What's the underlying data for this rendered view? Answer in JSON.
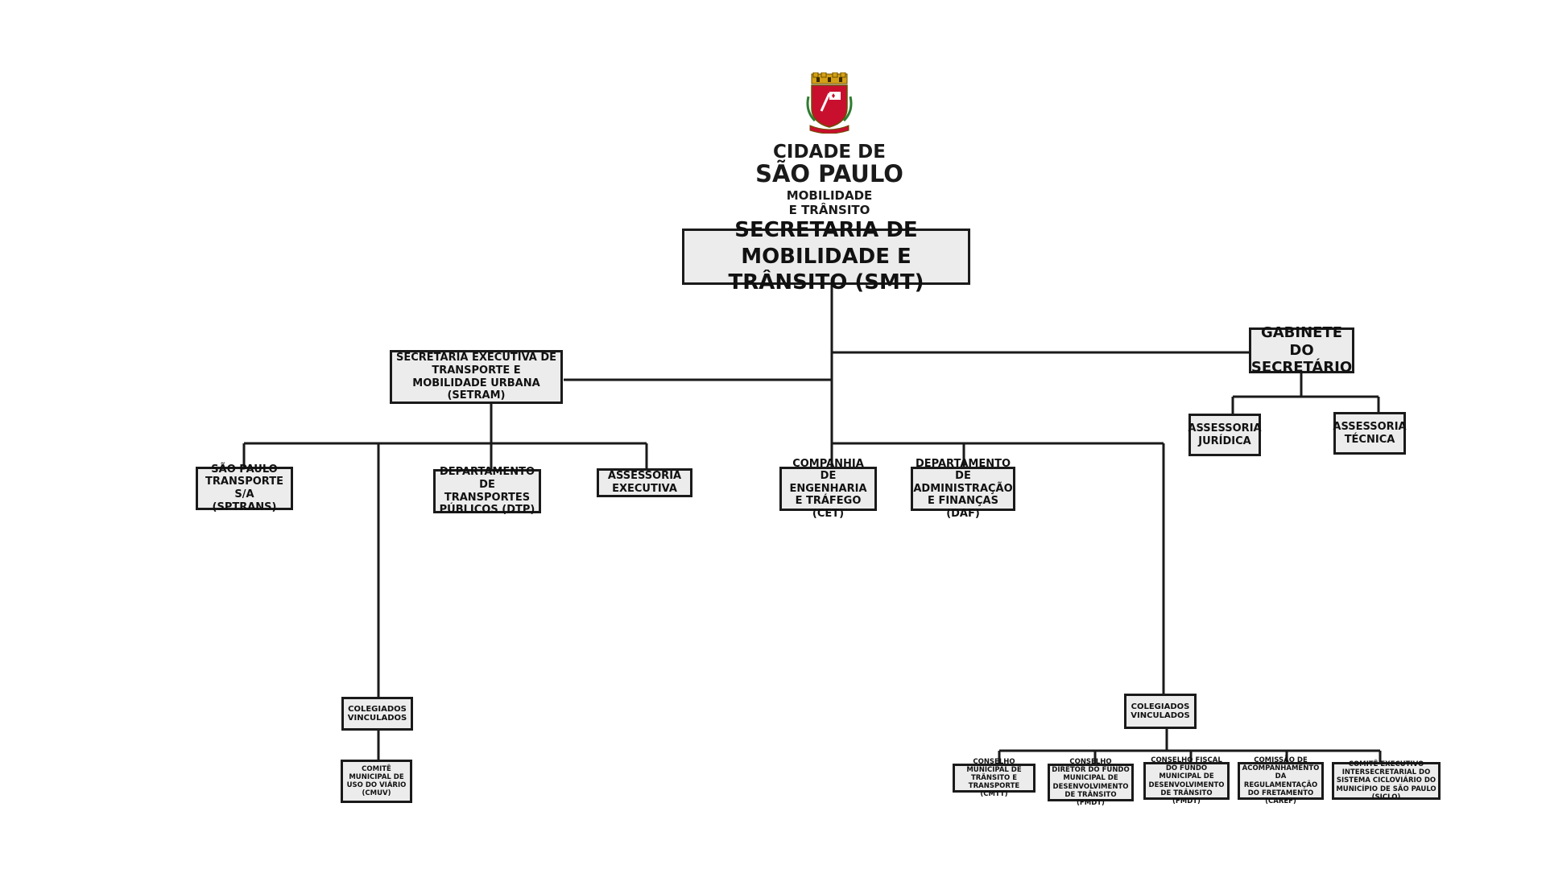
{
  "logo": {
    "line1": "CIDADE DE",
    "line2": "SÃO PAULO",
    "line3": "MOBILIDADE",
    "line4": "E TRÂNSITO",
    "crest_icon": "sao-paulo-coat-of-arms-icon",
    "colors": {
      "red": "#c8102e",
      "gold": "#d4a017",
      "dark": "#1a1a1a"
    }
  },
  "nodes": {
    "smt": "SECRETARIA DE MOBILIDADE E TRÂNSITO (SMT)",
    "gabinete": "GABINETE DO SECRETÁRIO",
    "setram": "SECRETARIA EXECUTIVA DE TRANSPORTE E MOBILIDADE URBANA (SETRAM)",
    "ass_juridica": "ASSESSORIA JURÍDICA",
    "ass_tecnica": "ASSESSORIA TÉCNICA",
    "sptrans": "SÃO PAULO TRANSPORTE S/A (SPTRANS)",
    "dtp": "DEPARTAMENTO DE TRANSPORTES PÚBLICOS (DTP)",
    "ass_executiva": "ASSESSORIA EXECUTIVA",
    "cet": "COMPANHIA DE ENGENHARIA E TRÁFEGO (CET)",
    "daf": "DEPARTAMENTO DE ADMINISTRAÇÃO E FINANÇAS (DAF)",
    "coleg_left": "COLEGIADOS VINCULADOS",
    "cmuv": "COMITÊ MUNICIPAL DE USO DO VIÁRIO (CMUV)",
    "coleg_right": "COLEGIADOS VINCULADOS",
    "cmtt": "CONSELHO MUNICIPAL DE TRÂNSITO E TRANSPORTE (CMTT)",
    "fmdt_diretor": "CONSELHO DIRETOR DO FUNDO MUNICIPAL DE DESENVOLVIMENTO DE TRÂNSITO (FMDT)",
    "fmdt_fiscal": "CONSELHO FISCAL DO FUNDO MUNICIPAL DE DESENVOLVIMENTO DE TRÂNSITO (FMDT)",
    "caref": "COMISSÃO DE ACOMPANHAMENTO DA REGULAMENTAÇÃO DO FRETAMENTO (CAREF)",
    "siclo": "COMITÊ EXECUTIVO INTERSECRETARIAL DO SISTEMA CICLOVIÁRIO DO MUNICÍPIO DE SÃO PAULO (SICLO)"
  }
}
